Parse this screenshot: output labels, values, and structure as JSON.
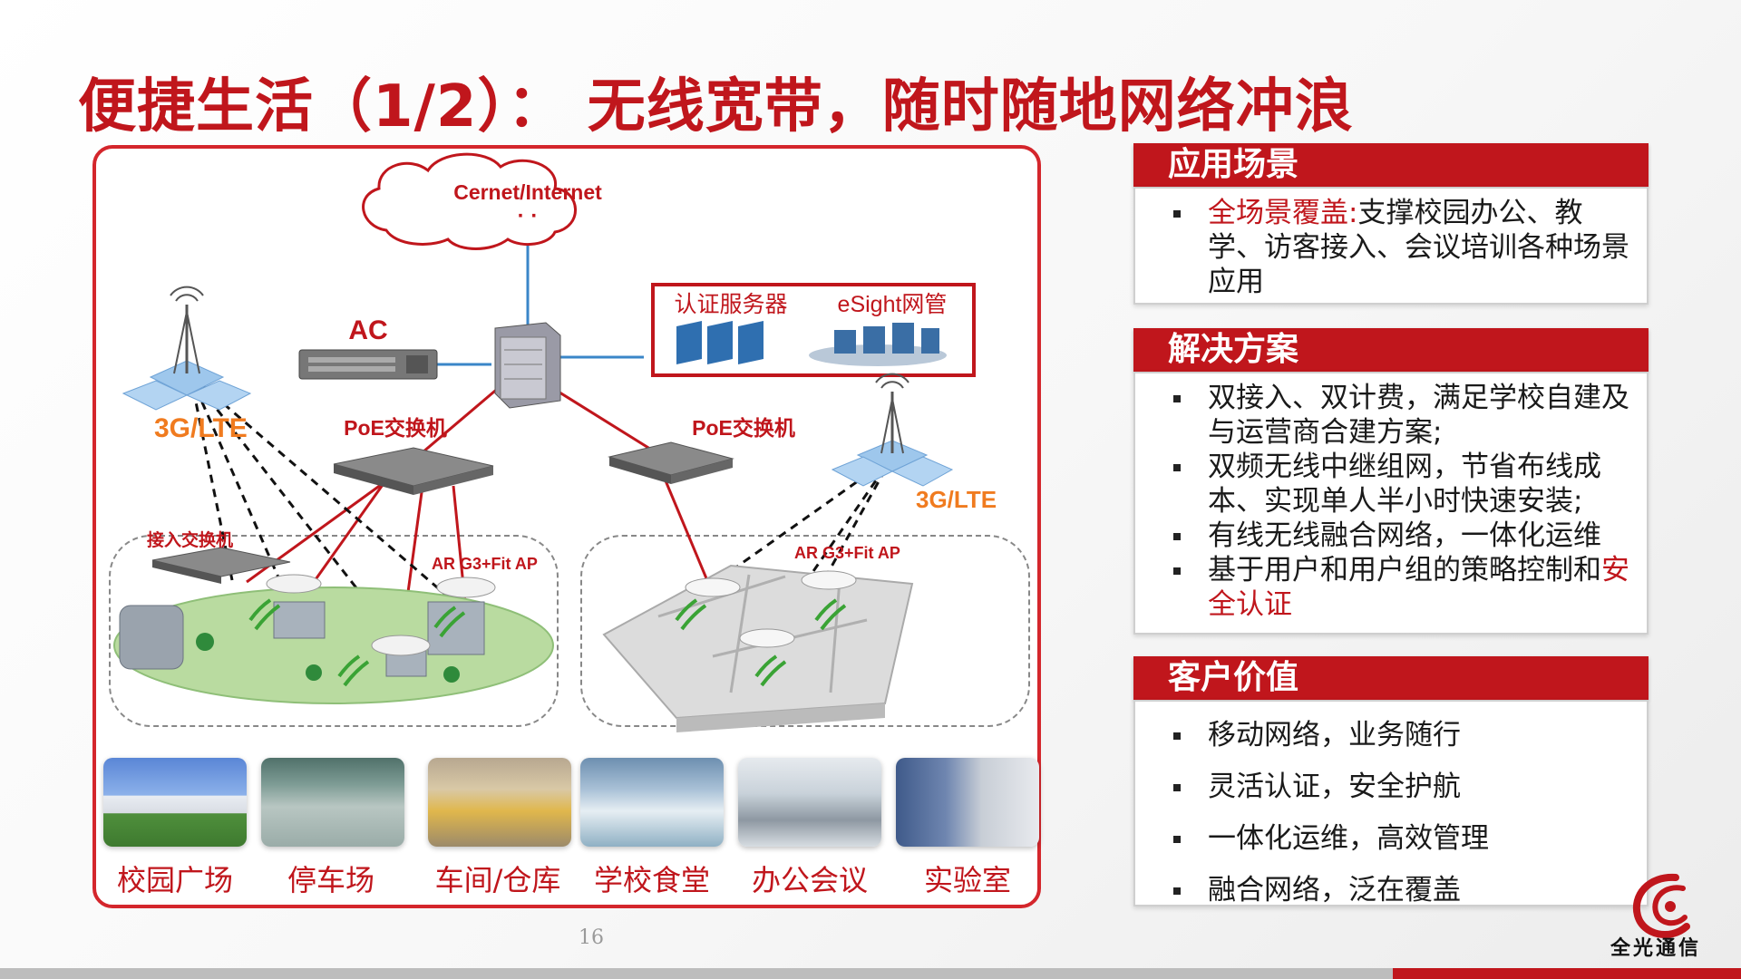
{
  "slide": {
    "title": "便捷生活（1/2）： 无线宽带，随时随地网络冲浪",
    "page_number": "16",
    "logo_text": "全光通信"
  },
  "diagram": {
    "cloud_label": "Cernet/Internet",
    "cloud_dots": "· ·",
    "ac_label": "AC",
    "servers_label": "认证服务器",
    "esight_label": "eSight网管",
    "poe_left_label": "PoE交换机",
    "poe_right_label": "PoE交换机",
    "lte_left_label": "3G/LTE",
    "lte_right_label": "3G/LTE",
    "access_switch_label": "接入交换机",
    "ap_left_label": "AR G3+Fit AP",
    "ap_right_label": "AR G3+Fit AP"
  },
  "scenes": [
    {
      "label": "校园广场",
      "icon": "campus-photo"
    },
    {
      "label": "停车场",
      "icon": "parking-photo"
    },
    {
      "label": "车间/仓库",
      "icon": "workshop-photo"
    },
    {
      "label": "学校食堂",
      "icon": "cafeteria-photo"
    },
    {
      "label": "办公会议",
      "icon": "office-photo"
    },
    {
      "label": "实验室",
      "icon": "lab-photo"
    }
  ],
  "panels": {
    "scenario": {
      "header": "应用场景",
      "item_highlight": "全场景覆盖:",
      "item_text": "支撑校园办公、教学、访客接入、会议培训各种场景应用"
    },
    "solution": {
      "header": "解决方案",
      "items": [
        "双接入、双计费，满足学校自建及与运营商合建方案;",
        "双频无线中继组网，节省布线成本、实现单人半小时快速安装;",
        "有线无线融合网络，一体化运维",
        "基于用户和用户组的策略控制和"
      ],
      "item4_tail": "安全认证"
    },
    "value": {
      "header": "客户价值",
      "items": [
        "移动网络，业务随行",
        "灵活认证，安全护航",
        "一体化运维，高效管理",
        "融合网络，泛在覆盖"
      ]
    }
  },
  "colors": {
    "accent": "#c0161c",
    "frame": "#d4262c",
    "link_blue": "#3a86c8",
    "wireless_green": "#3aa335"
  }
}
